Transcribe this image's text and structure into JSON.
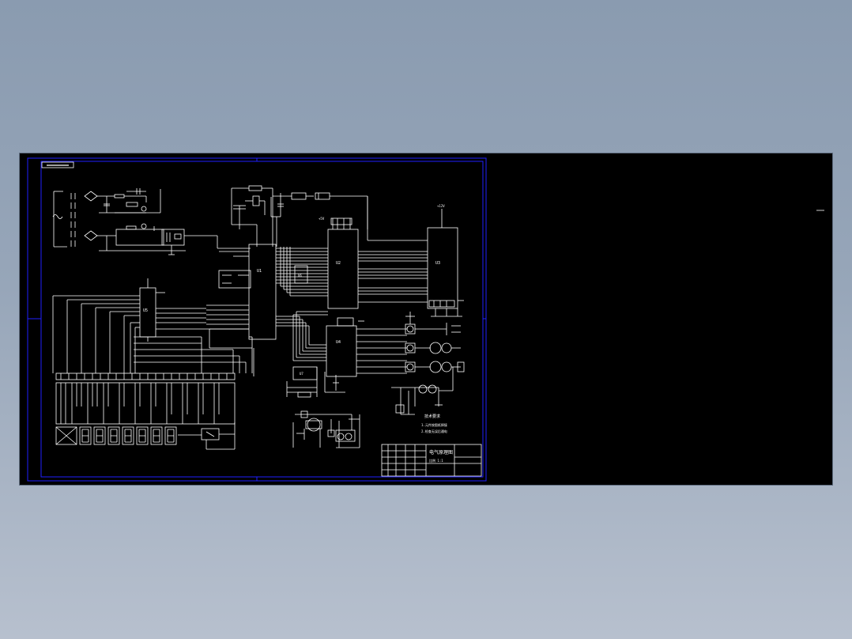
{
  "drawing": {
    "title_block": {
      "drawing_title": "电气原理图",
      "scale_text": "比例 1:1"
    },
    "chips": {
      "u1": "U1",
      "u2": "U2",
      "u3": "U3",
      "u4": "U4",
      "u5": "U5",
      "u6": "U6",
      "u7": "U7"
    },
    "labels": {
      "vcc": "+5V",
      "v12": "+12V",
      "notes_title": "技术要求",
      "note_1": "1.元件按图纸焊接",
      "note_2": "2.检查无误后通电"
    }
  },
  "colors": {
    "background": "#000000",
    "frame": "#2020ff",
    "lines": "#ffffff",
    "desktop": "#8a9bb0"
  }
}
